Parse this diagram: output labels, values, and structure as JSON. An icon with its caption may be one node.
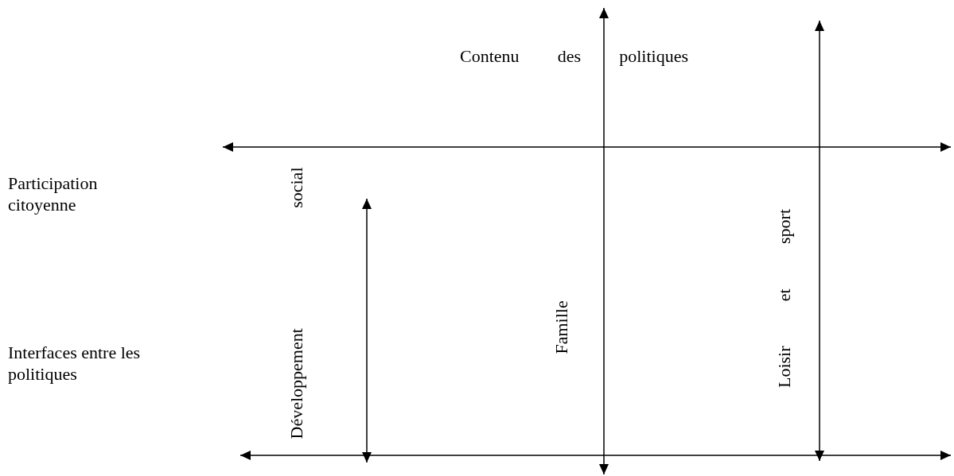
{
  "diagram": {
    "labels": [
      "Contenu des politiques",
      "Participation citoyenne",
      "Interfaces entre les politiques",
      "Développement social",
      "Famille",
      "Loisir et sport"
    ]
  }
}
